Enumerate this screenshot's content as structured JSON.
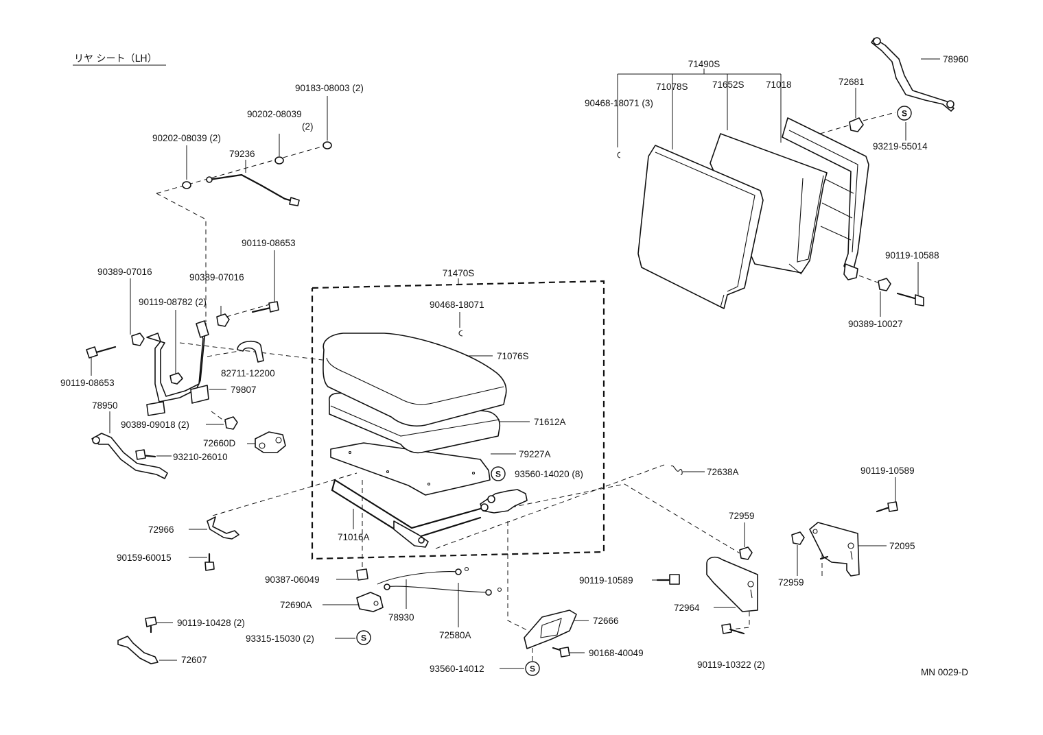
{
  "title": "リヤ シート（LH）",
  "figure_code": "MN 0029-D",
  "s_mark": "S",
  "assemblies": {
    "seat_back": "71490S",
    "seat_cushion": "71470S"
  },
  "labels": {
    "p90183_08003": "90183-08003 (2)",
    "p90202_08039_a": "90202-08039",
    "p90202_08039_a_qty": "(2)",
    "p90202_08039_b": "90202-08039 (2)",
    "p79236": "79236",
    "p90119_08653_top": "90119-08653",
    "p90389_07016_left": "90389-07016",
    "p90389_07016_right": "90389-07016",
    "p90119_08782": "90119-08782 (2)",
    "p90119_08653_left": "90119-08653",
    "p82711_12200": "82711-12200",
    "p79807": "79807",
    "p78950": "78950",
    "p90389_09018": "90389-09018 (2)",
    "p72660D": "72660D",
    "p93210_26010": "93210-26010",
    "p72966": "72966",
    "p90159_60015": "90159-60015",
    "p90119_10428": "90119-10428 (2)",
    "p72607": "72607",
    "p90387_06049": "90387-06049",
    "p72690A": "72690A",
    "p93315_15030": "93315-15030 (2)",
    "p78930": "78930",
    "p72580A": "72580A",
    "p93560_14012": "93560-14012",
    "p72666": "72666",
    "p90168_40049": "90168-40049",
    "p90468_18071_mid": "90468-18071",
    "p71076S": "71076S",
    "p71612A": "71612A",
    "p79227A": "79227A",
    "p93560_14020": "93560-14020 (8)",
    "p71016A": "71016A",
    "p72638A": "72638A",
    "p72959_mid": "72959",
    "p90119_10589_mid": "90119-10589",
    "p72964": "72964",
    "p90119_10322": "90119-10322 (2)",
    "p90119_10589_right": "90119-10589",
    "p72959_right": "72959",
    "p72095": "72095",
    "p90468_18071_top": "90468-18071 (3)",
    "p71078S": "71078S",
    "p71652S": "71652S",
    "p71018": "71018",
    "p72681": "72681",
    "p93219_55014": "93219-55014",
    "p78960": "78960",
    "p90119_10588": "90119-10588",
    "p90389_10027": "90389-10027"
  }
}
